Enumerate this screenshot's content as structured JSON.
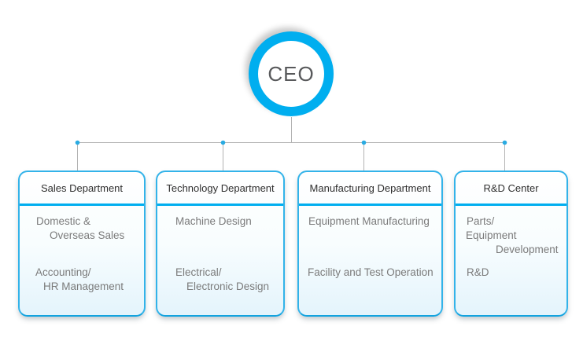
{
  "colors": {
    "accent": "#00aeef",
    "box_border": "#33b3e9",
    "box_border_bottom": "#13a3df",
    "connector": "#b3b3b3",
    "dot": "#29abe2",
    "header_text": "#2f2f2f",
    "body_text": "#7b7b7b",
    "ceo_text": "#58595b"
  },
  "ceo": {
    "label": "CEO"
  },
  "departments": [
    {
      "title": "Sales Department",
      "items": [
        [
          "Domestic &",
          "Overseas Sales"
        ],
        [
          "Accounting/",
          "HR Management"
        ]
      ]
    },
    {
      "title": "Technology Department",
      "items": [
        [
          "Machine Design"
        ],
        [
          "Electrical/",
          "Electronic Design"
        ]
      ]
    },
    {
      "title": "Manufacturing Department",
      "items": [
        [
          "Equipment Manufacturing"
        ],
        [
          "Facility and Test Operation"
        ]
      ]
    },
    {
      "title": "R&D Center",
      "items": [
        [
          "Parts/",
          "Equipment",
          "Development"
        ],
        [
          "R&D"
        ]
      ]
    }
  ]
}
